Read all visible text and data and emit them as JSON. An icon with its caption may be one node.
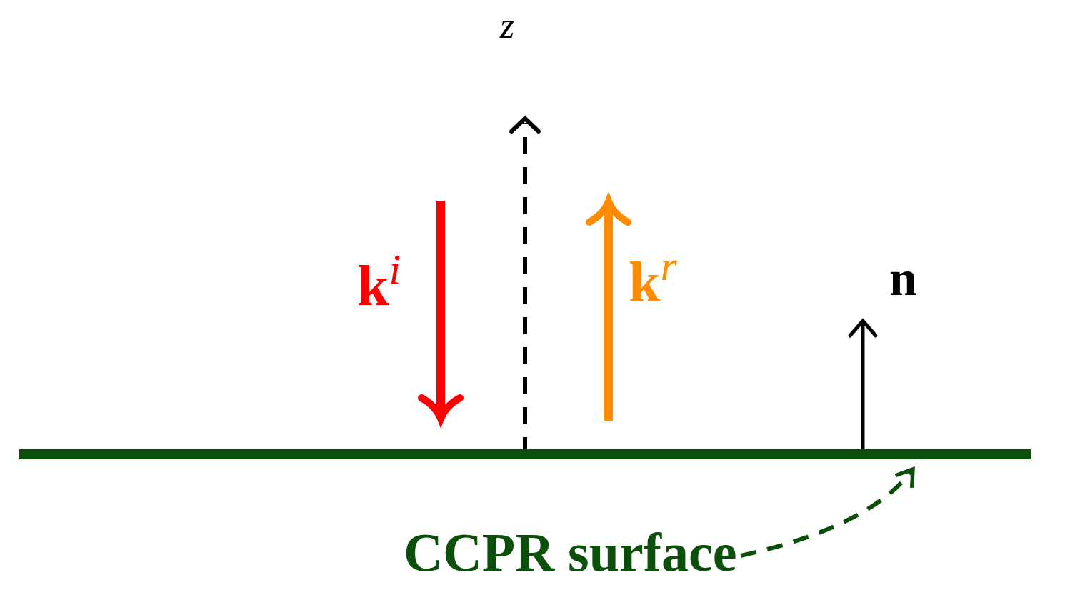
{
  "diagram": {
    "nodes": [
      {
        "text": [
          "CCPR surface"
        ]
      },
      {
        "text": [],
        "shape": "bar"
      }
    ],
    "edges": [
      {
        "from": 0,
        "to": 1,
        "arrow": "to",
        "style": "dashed",
        "color": "#0a4f0a"
      }
    ],
    "labels": [
      "z",
      "k$^{i}$",
      "k$^{r}$",
      "n"
    ]
  }
}
